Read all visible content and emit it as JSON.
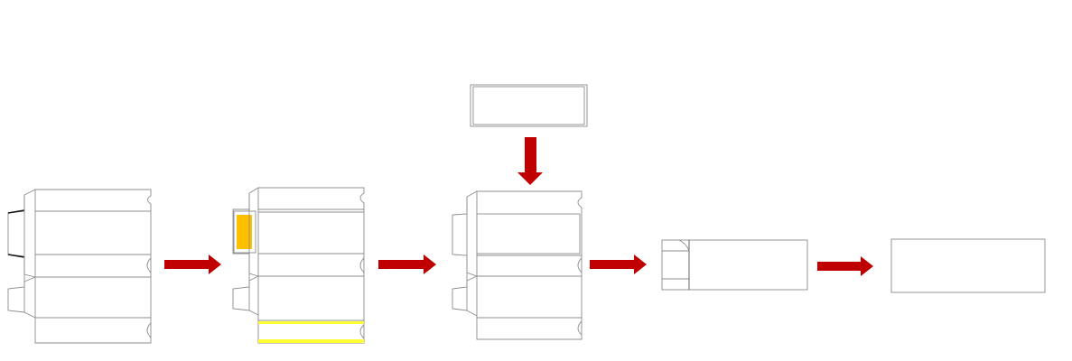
{
  "diagram": {
    "description_steps": 5,
    "colors": {
      "outline": "#8c8c8c",
      "outline_dark": "#555555",
      "arrow": "#c00000",
      "glue_patch": "#ffc000",
      "glue_strip": "#ffff33",
      "background": "#ffffff"
    },
    "steps": [
      {
        "name": "flat-blank",
        "glue_applied": false
      },
      {
        "name": "glue-applied-blank",
        "glue_applied": true
      },
      {
        "name": "blank-with-inserted-sleeve",
        "glue_applied": false
      },
      {
        "name": "partially-closed-box",
        "glue_applied": false
      },
      {
        "name": "closed-box",
        "glue_applied": false
      }
    ],
    "arrows": [
      {
        "name": "step1-to-step2",
        "direction": "right"
      },
      {
        "name": "step2-to-step3",
        "direction": "right"
      },
      {
        "name": "insert-down",
        "direction": "down"
      },
      {
        "name": "step3-to-step4",
        "direction": "right"
      },
      {
        "name": "step4-to-step5",
        "direction": "right"
      }
    ]
  }
}
